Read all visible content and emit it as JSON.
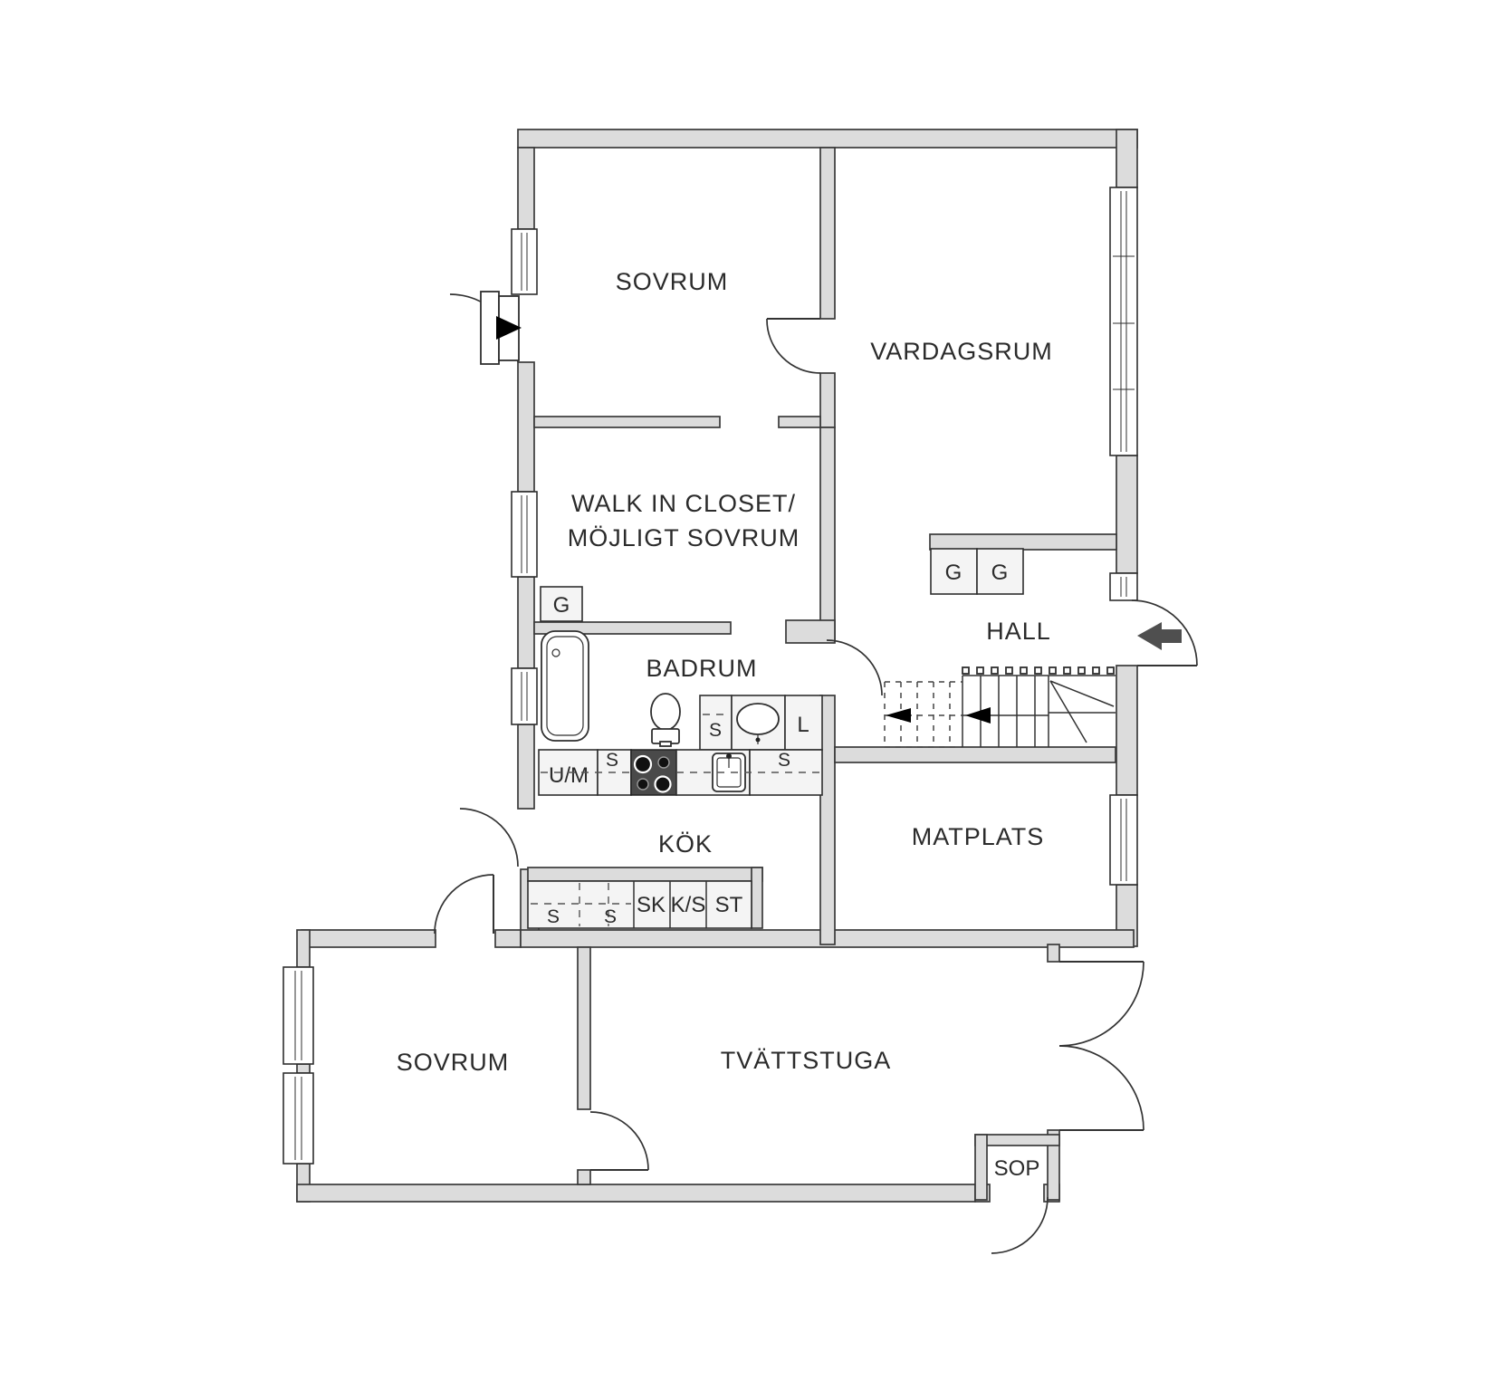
{
  "plan": {
    "rooms": {
      "bedroom_top": "SOVRUM",
      "living_room": "VARDAGSRUM",
      "closet_line1": "WALK IN CLOSET/",
      "closet_line2": "MÖJLIGT SOVRUM",
      "hall": "HALL",
      "bathroom": "BADRUM",
      "kitchen": "KÖK",
      "dining": "MATPLATS",
      "bedroom_bottom": "SOVRUM",
      "laundry": "TVÄTTSTUGA",
      "waste_room": "SOP"
    },
    "fixture_labels": {
      "wardrobe": "G",
      "cabinet": "S",
      "washer": "U/M",
      "linen": "L",
      "sk": "SK",
      "ks": "K/S",
      "st": "ST"
    },
    "colors": {
      "background": "#ffffff",
      "wall_fill": "#dcdcdc",
      "outline": "#3a3a3a",
      "fixture_fill": "#f4f4f4",
      "stove_dark": "#4a4a4a",
      "entry_arrow_gray": "#4f4f4f",
      "entry_arrow_black": "#000000"
    }
  }
}
